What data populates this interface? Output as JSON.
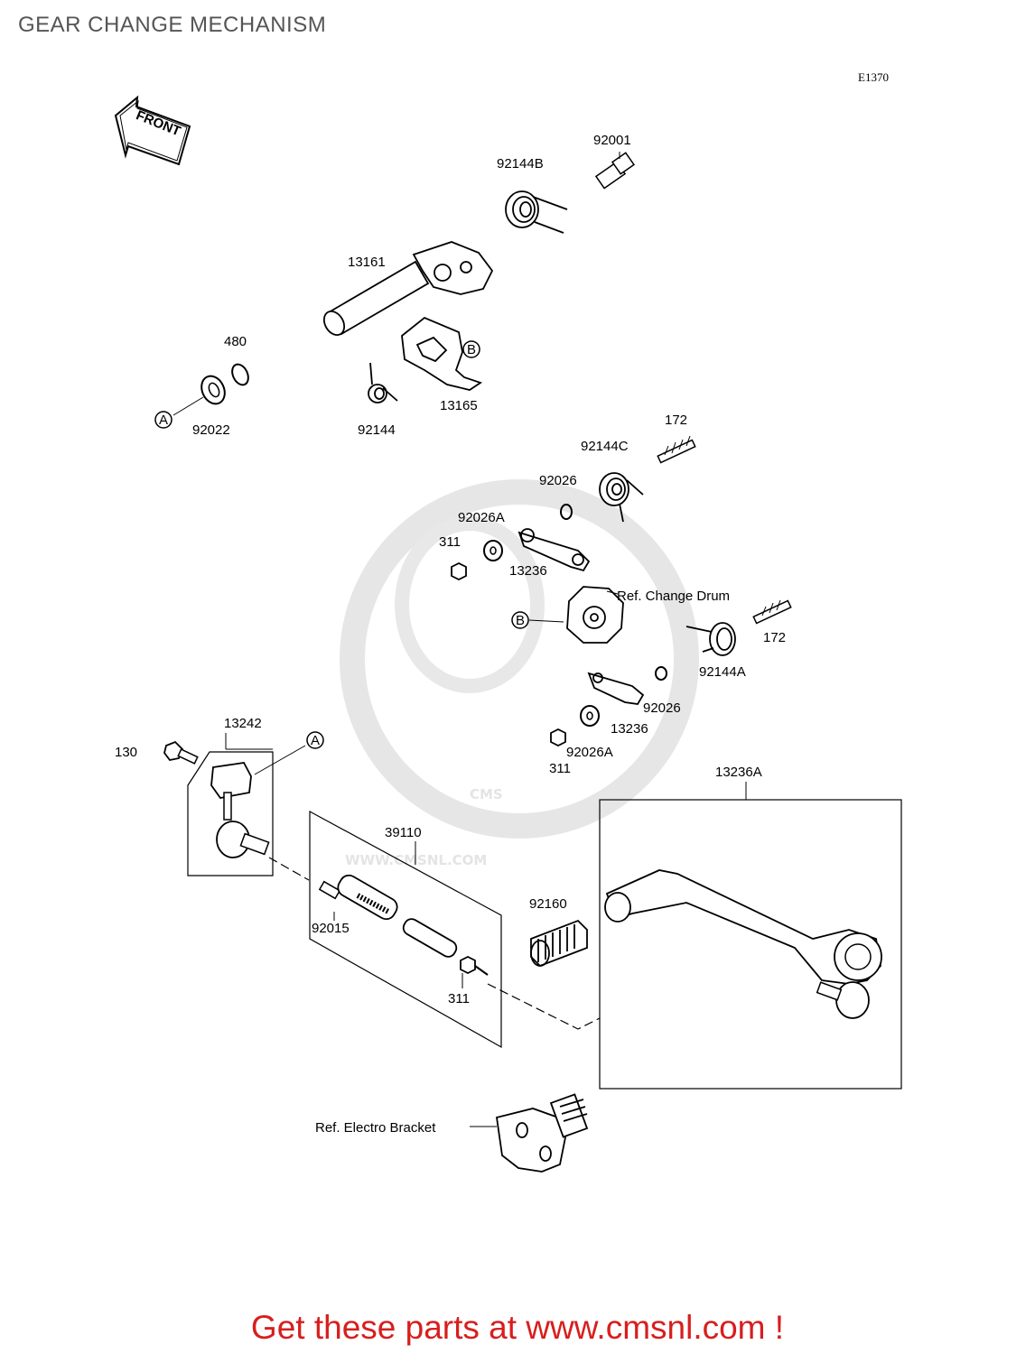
{
  "title": "GEAR CHANGE MECHANISM",
  "diagram_code": "E1370",
  "front_label": "FRONT",
  "watermark": {
    "brand": "CMS",
    "url": "WWW.CMSNL.COM"
  },
  "part_labels": {
    "p92001": "92001",
    "p92144B": "92144B",
    "p13161": "13161",
    "p480": "480",
    "p92022": "92022",
    "p92144": "92144",
    "p13165": "13165",
    "p172_top": "172",
    "p92144C": "92144C",
    "p92026_top": "92026",
    "p92026A_top": "92026A",
    "p311_top": "311",
    "p13236_top": "13236",
    "ref_change_drum": "Ref. Change Drum",
    "p172_mid": "172",
    "p92144A": "92144A",
    "p92026_mid": "92026",
    "p13236_mid": "13236",
    "p92026A_mid": "92026A",
    "p311_mid": "311",
    "p13242": "13242",
    "p130": "130",
    "p39110": "39110",
    "p13236A": "13236A",
    "p92160": "92160",
    "p92015": "92015",
    "p311_bot": "311",
    "ref_electro_bracket": "Ref. Electro Bracket"
  },
  "callouts": {
    "a": "A",
    "b": "B"
  },
  "footer": "Get these parts at www.cmsnl.com !"
}
